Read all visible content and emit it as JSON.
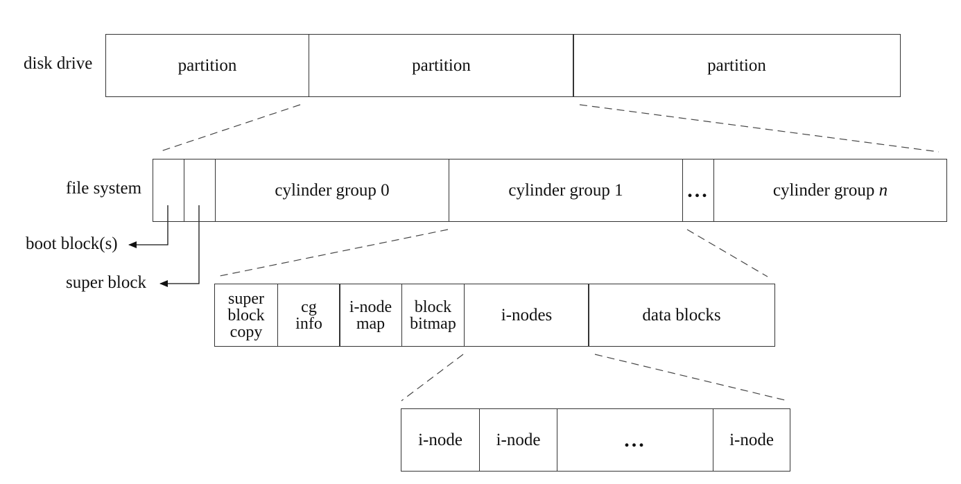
{
  "row_labels": {
    "disk_drive": "disk drive",
    "file_system": "file system",
    "boot_block": "boot block(s)",
    "super_block": "super block"
  },
  "disk_drive": {
    "partitions": [
      "partition",
      "partition",
      "partition"
    ]
  },
  "file_system": {
    "cylinder_groups": [
      "cylinder group 0",
      "cylinder group 1"
    ],
    "ellipsis": "...",
    "last_group_prefix": "cylinder group",
    "last_group_var": "n"
  },
  "cylinder_group": {
    "super_block_copy": [
      "super",
      "block",
      "copy"
    ],
    "cg_info": [
      "cg",
      "info"
    ],
    "inode_map": [
      "i-node",
      "map"
    ],
    "block_bitmap": [
      "block",
      "bitmap"
    ],
    "inodes": "i-nodes",
    "data_blocks": "data blocks"
  },
  "inode_array": {
    "items": [
      "i-node",
      "i-node"
    ],
    "ellipsis": "...",
    "last": "i-node"
  }
}
